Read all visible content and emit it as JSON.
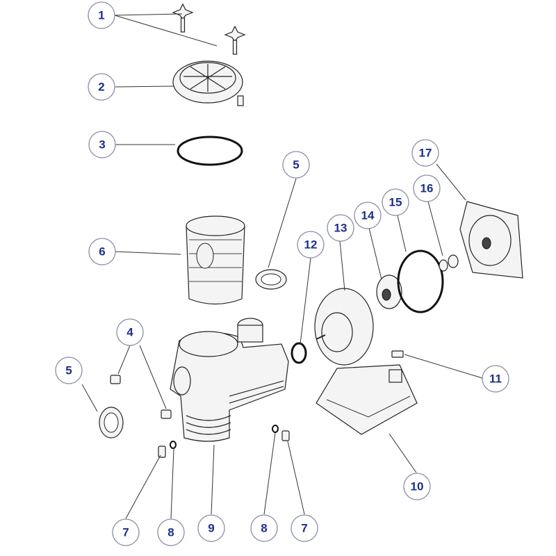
{
  "callouts": [
    {
      "label": "1"
    },
    {
      "label": "2"
    },
    {
      "label": "3"
    },
    {
      "label": "5"
    },
    {
      "label": "17"
    },
    {
      "label": "16"
    },
    {
      "label": "15"
    },
    {
      "label": "14"
    },
    {
      "label": "13"
    },
    {
      "label": "12"
    },
    {
      "label": "6"
    },
    {
      "label": "4"
    },
    {
      "label": "5"
    },
    {
      "label": "11"
    },
    {
      "label": "10"
    },
    {
      "label": "7"
    },
    {
      "label": "8"
    },
    {
      "label": "9"
    },
    {
      "label": "8"
    },
    {
      "label": "7"
    }
  ]
}
